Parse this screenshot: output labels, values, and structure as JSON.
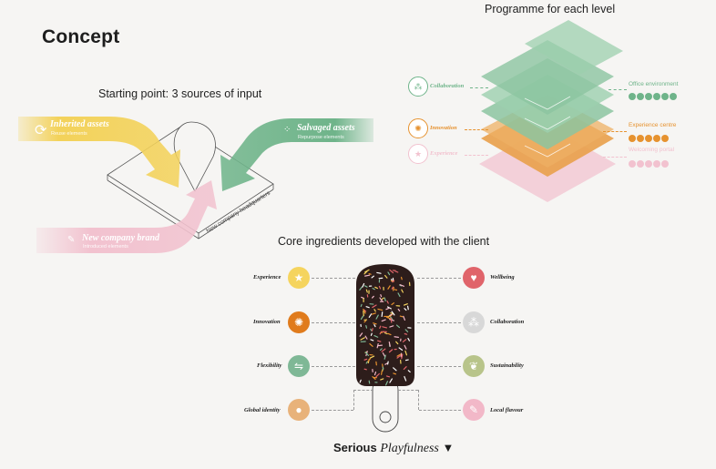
{
  "page": {
    "title": "Concept"
  },
  "sources": {
    "heading": "Starting point: 3 sources of input",
    "inherited": {
      "label": "Inherited assets",
      "sub": "Reuse elements",
      "color": "#f3d25a"
    },
    "salvaged": {
      "label": "Salvaged assets",
      "sub": "Repurpose elements",
      "color": "#6fb48a"
    },
    "brand": {
      "label": "New company brand",
      "sub": "Introduced elements",
      "color": "#f2c2cf"
    },
    "hq_label": "New company headquarters"
  },
  "programme": {
    "heading": "Programme for each level",
    "left_labels": [
      {
        "label": "Collaboration",
        "icon": "people-icon",
        "color": "#6fb48a"
      },
      {
        "label": "Innovation",
        "icon": "network-icon",
        "color": "#e6922f"
      },
      {
        "label": "Experience",
        "icon": "star-icon",
        "color": "#f2c2cf"
      }
    ],
    "right_labels": [
      {
        "label": "Office environment",
        "color": "#6fb48a"
      },
      {
        "label": "Experience centre",
        "color": "#e6922f"
      },
      {
        "label": "Welcoming portal",
        "color": "#f2c2cf"
      }
    ]
  },
  "core": {
    "heading": "Core ingredients developed with the client",
    "left": [
      {
        "label": "Experience",
        "icon": "star-icon",
        "glyph": "★",
        "color": "#f5d45e"
      },
      {
        "label": "Innovation",
        "icon": "network-icon",
        "glyph": "✺",
        "color": "#e07b1c"
      },
      {
        "label": "Flexibility",
        "icon": "path-icon",
        "glyph": "⇋",
        "color": "#7fb896"
      },
      {
        "label": "Global identity",
        "icon": "pin-icon",
        "glyph": "●",
        "color": "#e8b27a"
      }
    ],
    "right": [
      {
        "label": "Wellbeing",
        "icon": "heart-icon",
        "glyph": "♥",
        "color": "#e0646a"
      },
      {
        "label": "Collaboration",
        "icon": "people-icon",
        "glyph": "⁂",
        "color": "#d8d8d8"
      },
      {
        "label": "Sustainability",
        "icon": "leaf-icon",
        "glyph": "❦",
        "color": "#b8c48a"
      },
      {
        "label": "Local flavour",
        "icon": "feather-icon",
        "glyph": "✎",
        "color": "#f2b8c8"
      }
    ],
    "brand_line": {
      "serious": "Serious",
      "playfulness": "Playfulness",
      "mark": "▼"
    }
  }
}
